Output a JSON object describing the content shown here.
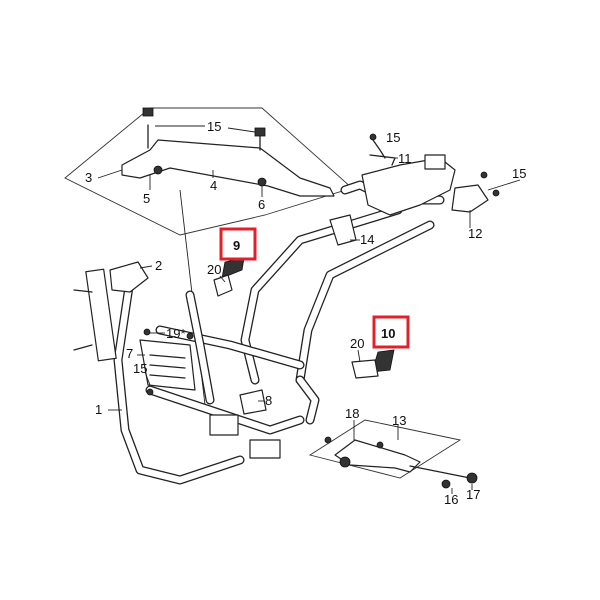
{
  "diagram": {
    "labels": {
      "l1": "1",
      "l2": "2",
      "l3": "3",
      "l4": "4",
      "l5": "5",
      "l6": "6",
      "l7": "7",
      "l8": "8",
      "l9": "9",
      "l10": "10",
      "l11": "11",
      "l12": "12",
      "l13": "13",
      "l14": "14",
      "l15a": "15",
      "l15b": "15",
      "l15c": "15",
      "l15d": "15",
      "l15e": "15",
      "l16": "16",
      "l17": "17",
      "l18": "18",
      "l19": "19*",
      "l20a": "20",
      "l20b": "20"
    },
    "highlight_color": "#e0202a"
  }
}
